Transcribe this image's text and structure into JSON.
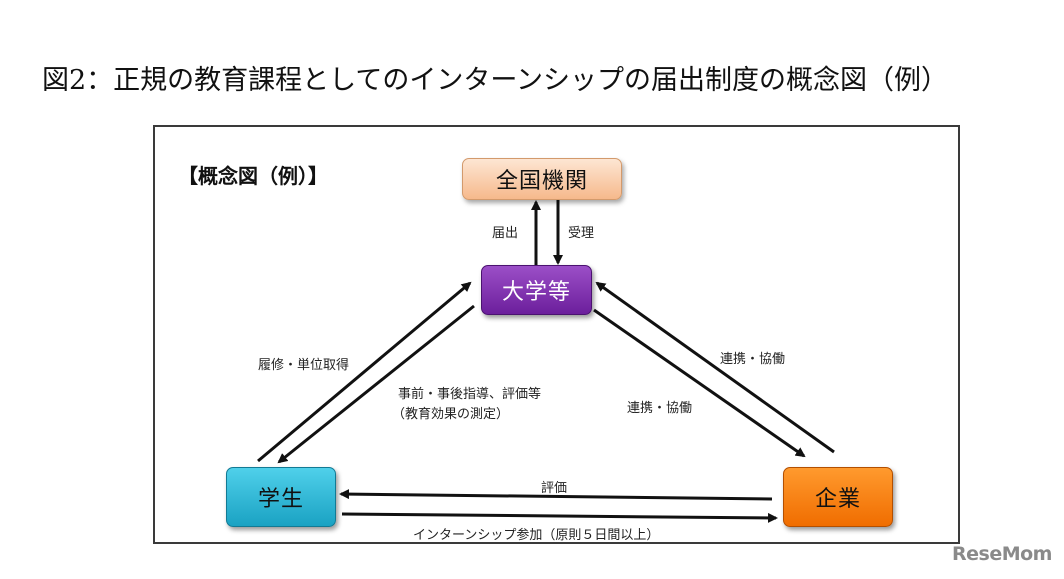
{
  "title": "図2：正規の教育課程としてのインターンシップの届出制度の概念図（例）",
  "diagram": {
    "heading": "【概念図（例）】",
    "nodes": {
      "national_org": "全国機関",
      "university": "大学等",
      "student": "学生",
      "company": "企業"
    },
    "edges": {
      "notify": "届出",
      "accept": "受理",
      "credit": "履修・単位取得",
      "guidance_line1": "事前・事後指導、評価等",
      "guidance_line2": "（教育効果の測定）",
      "coop_upper": "連携・協働",
      "coop_lower": "連携・協働",
      "evaluation": "評価",
      "participation": "インターンシップ参加（原則５日間以上）"
    },
    "colors": {
      "national_org": "#f6b98c",
      "university": "#7a2aa8",
      "student": "#2bb5d4",
      "company": "#f47a0c"
    }
  },
  "watermark": "ReseMom"
}
